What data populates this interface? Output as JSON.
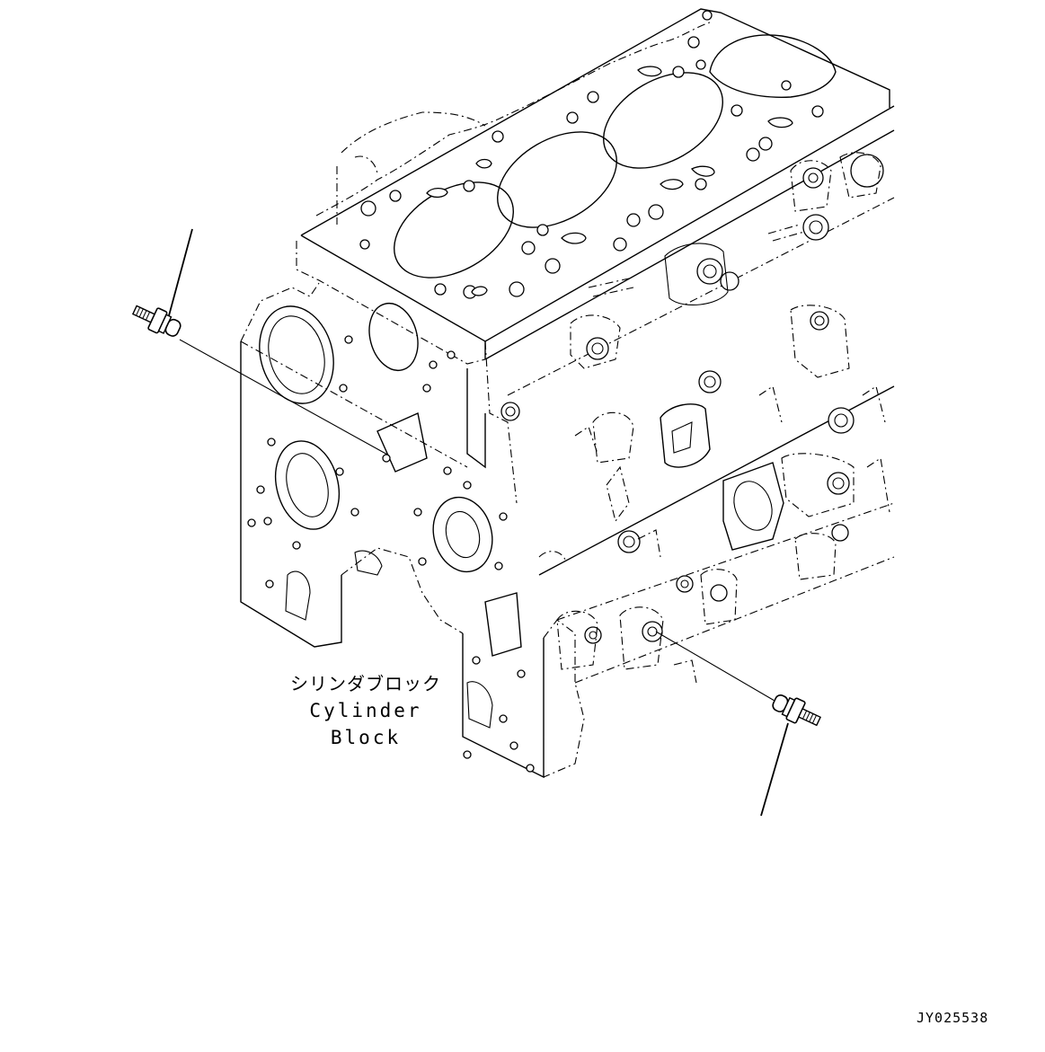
{
  "labels": {
    "part_jp": "シリンダブロック",
    "part_en": "Cylinder Block"
  },
  "drawing_id": "JY025538",
  "icons": [
    "cylinder-block-illustration",
    "sensor-fitting-icon",
    "leader-line"
  ]
}
